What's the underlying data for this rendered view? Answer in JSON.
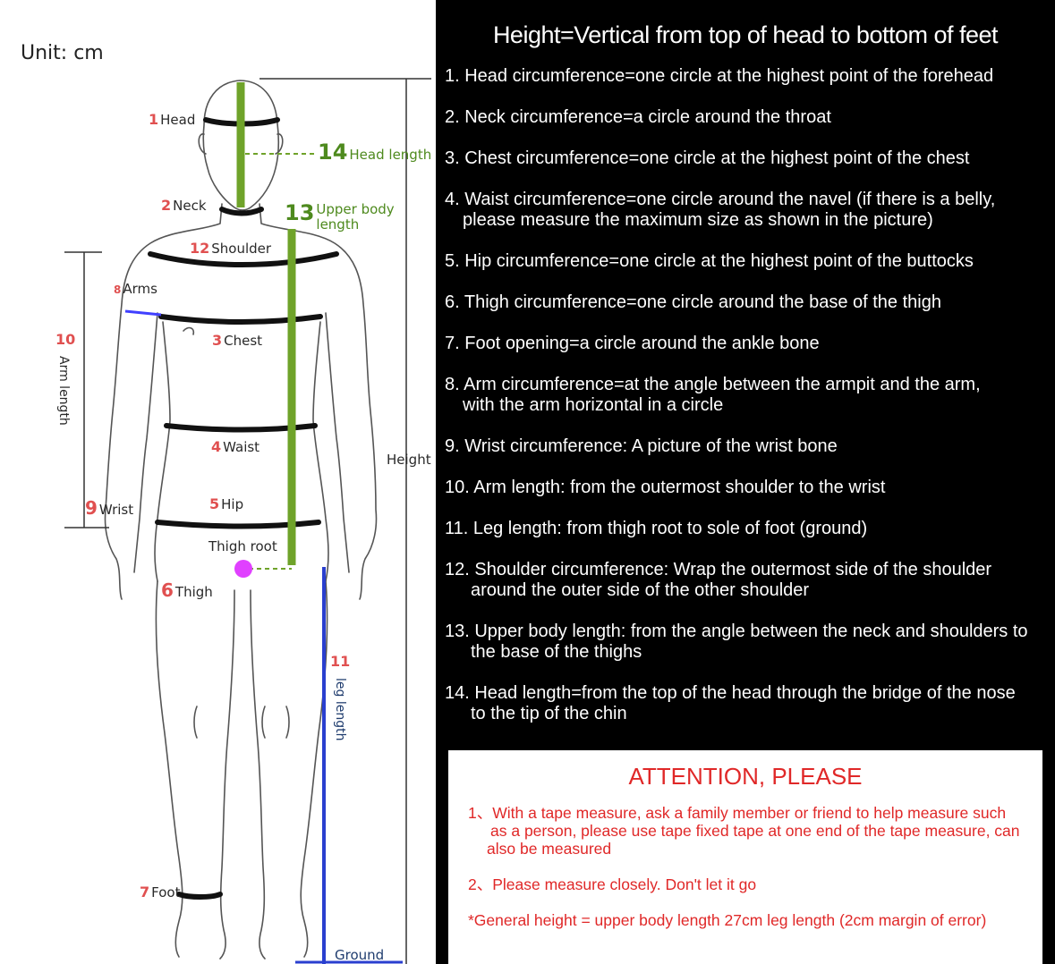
{
  "diagram": {
    "unit": "Unit: cm",
    "labels": {
      "head": {
        "num": "1",
        "text": "Head"
      },
      "neck": {
        "num": "2",
        "text": "Neck"
      },
      "chest": {
        "num": "3",
        "text": "Chest"
      },
      "waist": {
        "num": "4",
        "text": "Waist"
      },
      "hip": {
        "num": "5",
        "text": "Hip"
      },
      "thigh": {
        "num": "6",
        "text": "Thigh"
      },
      "foot": {
        "num": "7",
        "text": "Foot"
      },
      "arms": {
        "num": "8",
        "text": "Arms"
      },
      "wrist": {
        "num": "9",
        "text": "Wrist"
      },
      "arm_length": {
        "num": "10",
        "text": "Arm length"
      },
      "leg_length": {
        "num": "11",
        "text": "leg length"
      },
      "shoulder": {
        "num": "12",
        "text": "Shoulder"
      },
      "upper_body": {
        "num": "13",
        "text_line1": "Upper body",
        "text_line2": "length"
      },
      "head_length": {
        "num": "14",
        "text": "Head length"
      },
      "height": "Height",
      "thigh_root": "Thigh root",
      "ground": "Ground"
    },
    "colors": {
      "green_line": "#6fa32a",
      "blue_line": "#2a3fcf",
      "band": "#111111",
      "thigh_root_dot": "#e040ff",
      "number_red": "#e05050"
    }
  },
  "panel": {
    "title": "Height=Vertical from top of head to bottom of feet",
    "items": [
      {
        "line1": "1. Head circumference=one circle at the highest point of the forehead",
        "line2": ""
      },
      {
        "line1": "2. Neck circumference=a circle around the throat",
        "line2": ""
      },
      {
        "line1": "3. Chest circumference=one circle at the highest point of the chest",
        "line2": ""
      },
      {
        "line1": "4. Waist circumference=one circle around the navel (if there is a belly,",
        "line2": "please measure the maximum size as shown in the picture)"
      },
      {
        "line1": "5. Hip circumference=one circle at the highest point of the buttocks",
        "line2": ""
      },
      {
        "line1": "6. Thigh circumference=one circle around the base of the thigh",
        "line2": ""
      },
      {
        "line1": "7. Foot opening=a circle around the ankle bone",
        "line2": ""
      },
      {
        "line1": "8. Arm circumference=at the angle between the armpit and the arm,",
        "line2": "with the arm horizontal in a circle"
      },
      {
        "line1": "9. Wrist circumference: A picture of the wrist bone",
        "line2": ""
      },
      {
        "line1": "10. Arm length: from the outermost shoulder to the wrist",
        "line2": ""
      },
      {
        "line1": "11. Leg length: from thigh root to sole of foot (ground)",
        "line2": ""
      },
      {
        "line1": "12. Shoulder circumference: Wrap the outermost side of the shoulder",
        "line2": "around the outer side of the other shoulder"
      },
      {
        "line1": "13. Upper body length: from the angle between the neck and shoulders to",
        "line2": "the base of the thighs"
      },
      {
        "line1": "14. Head length=from the top of the head through the bridge of the nose",
        "line2": "to the tip of the chin"
      }
    ]
  },
  "attention": {
    "title": "ATTENTION, PLEASE",
    "notes": [
      {
        "line1": "1、With a tape measure, ask a family member or friend to help measure such",
        "line2": "as a person, please use tape fixed tape at one end of the tape measure, can",
        "line3": "also be measured"
      },
      {
        "line1": "2、Please measure closely. Don't let it go"
      },
      {
        "line1": "*General height = upper body length 27cm leg length (2cm margin of error)"
      }
    ]
  }
}
